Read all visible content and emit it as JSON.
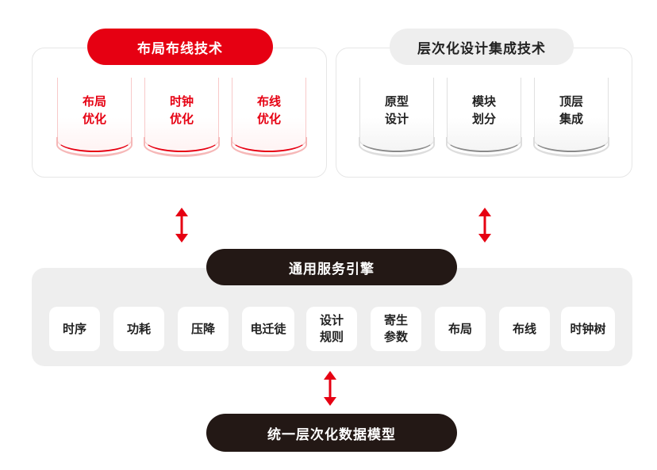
{
  "layout_tech": {
    "title": "布局布线技术",
    "items": [
      {
        "line1": "布局",
        "line2": "优化"
      },
      {
        "line1": "时钟",
        "line2": "优化"
      },
      {
        "line1": "布线",
        "line2": "优化"
      }
    ]
  },
  "hier_tech": {
    "title": "层次化设计集成技术",
    "items": [
      {
        "line1": "原型",
        "line2": "设计"
      },
      {
        "line1": "模块",
        "line2": "划分"
      },
      {
        "line1": "顶层",
        "line2": "集成"
      }
    ]
  },
  "engine": {
    "title": "通用服务引擎",
    "items": [
      {
        "line1": "时序",
        "line2": ""
      },
      {
        "line1": "功耗",
        "line2": ""
      },
      {
        "line1": "压降",
        "line2": ""
      },
      {
        "line1": "电迁徒",
        "line2": ""
      },
      {
        "line1": "设计",
        "line2": "规则"
      },
      {
        "line1": "寄生",
        "line2": "参数"
      },
      {
        "line1": "布局",
        "line2": ""
      },
      {
        "line1": "布线",
        "line2": ""
      },
      {
        "line1": "时钟树",
        "line2": ""
      }
    ]
  },
  "model": {
    "title": "统一层次化数据模型"
  },
  "colors": {
    "accent_red": "#e60012",
    "dark": "#231815",
    "light_gray": "#eeeeee"
  },
  "icons": {
    "arrow": "double-headed-vertical-arrow"
  }
}
